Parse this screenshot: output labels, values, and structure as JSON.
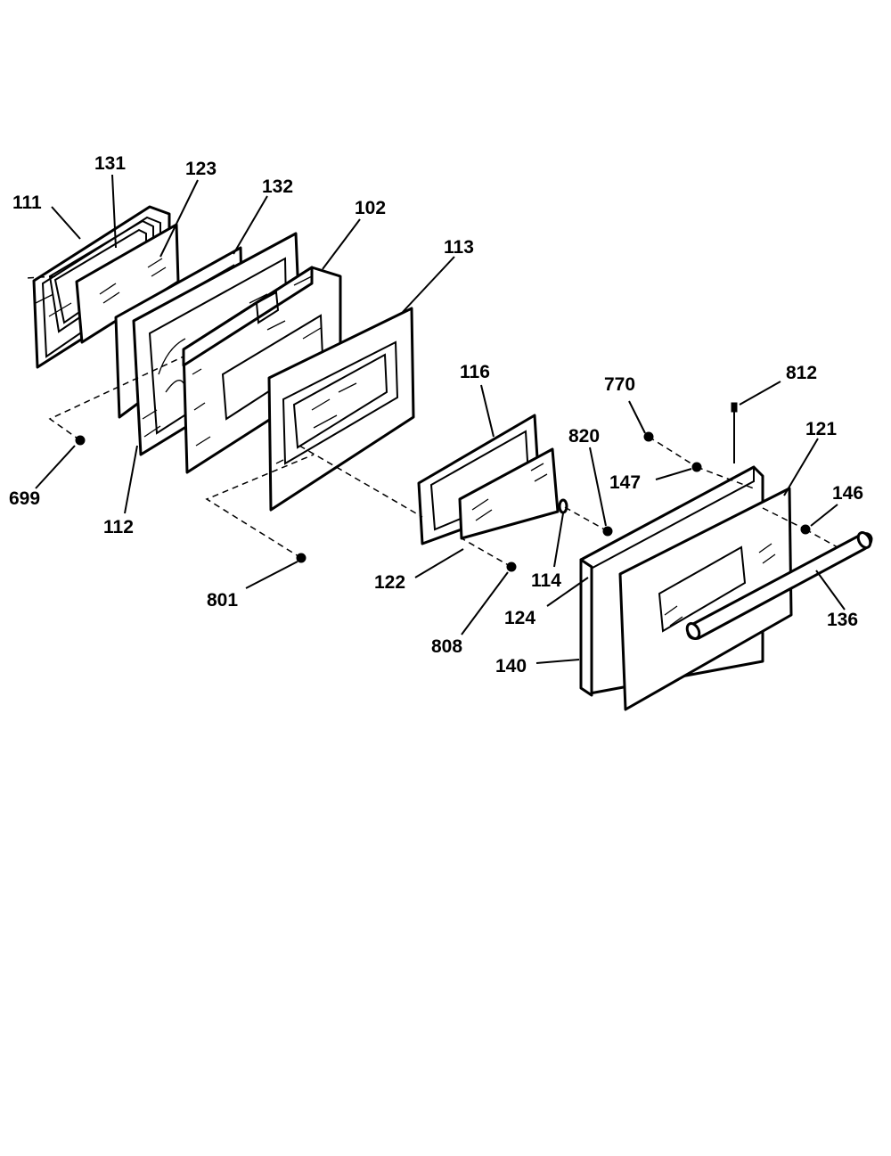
{
  "labels": [
    {
      "id": "111",
      "text": "111"
    },
    {
      "id": "131",
      "text": "131"
    },
    {
      "id": "123",
      "text": "123"
    },
    {
      "id": "132",
      "text": "132"
    },
    {
      "id": "102",
      "text": "102"
    },
    {
      "id": "113",
      "text": "113"
    },
    {
      "id": "699",
      "text": "699"
    },
    {
      "id": "112",
      "text": "112"
    },
    {
      "id": "116",
      "text": "116"
    },
    {
      "id": "770",
      "text": "770"
    },
    {
      "id": "812",
      "text": "812"
    },
    {
      "id": "820",
      "text": "820"
    },
    {
      "id": "121",
      "text": "121"
    },
    {
      "id": "147",
      "text": "147"
    },
    {
      "id": "146",
      "text": "146"
    },
    {
      "id": "801",
      "text": "801"
    },
    {
      "id": "122",
      "text": "122"
    },
    {
      "id": "114",
      "text": "114"
    },
    {
      "id": "124",
      "text": "124"
    },
    {
      "id": "136",
      "text": "136"
    },
    {
      "id": "808",
      "text": "808"
    },
    {
      "id": "140",
      "text": "140"
    }
  ]
}
